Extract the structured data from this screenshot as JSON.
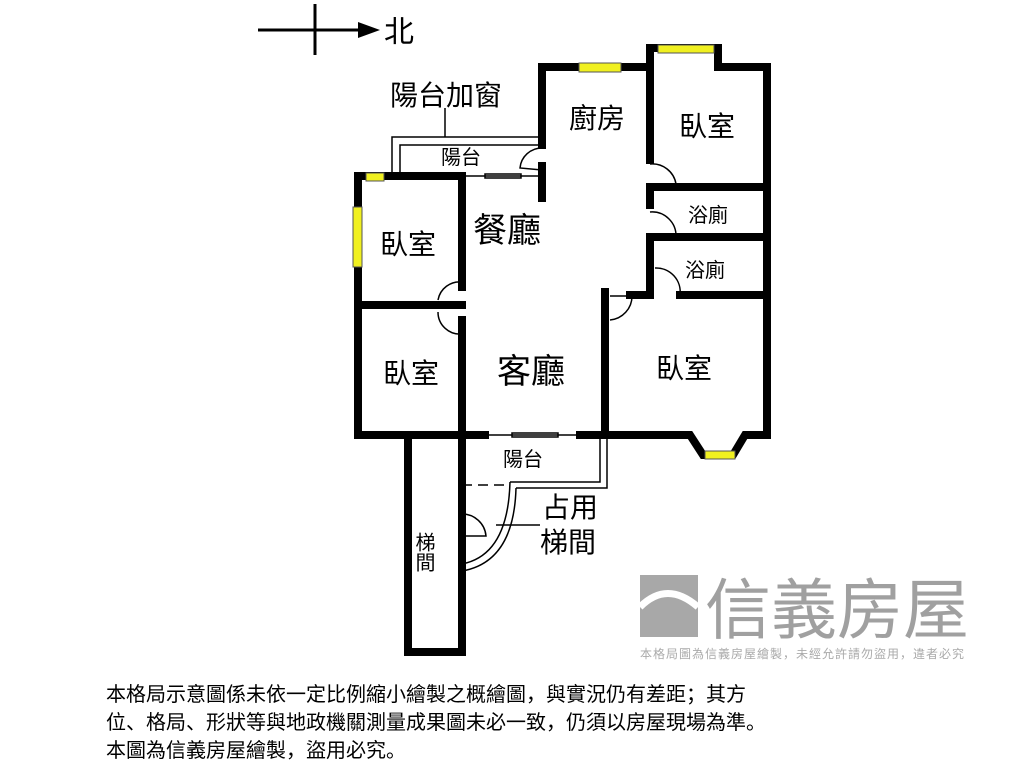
{
  "compass": {
    "north_label": "北"
  },
  "rooms": {
    "balcony_enclosed_label": "陽台加窗",
    "balcony_top": "陽台",
    "kitchen": "廚房",
    "bedroom_ne": "臥室",
    "bath_1": "浴廁",
    "bath_2": "浴廁",
    "bedroom_w": "臥室",
    "dining": "餐廳",
    "bedroom_sw": "臥室",
    "living": "客廳",
    "bedroom_se": "臥室",
    "balcony_bottom": "陽台",
    "stairwell": "梯間",
    "occupied_stairwell_line1": "占用",
    "occupied_stairwell_line2": "梯間"
  },
  "watermark": {
    "brand": "信義房屋",
    "notice": "本格局圖為信義房屋繪製，未經允許請勿盜用，違者必究"
  },
  "colors": {
    "wall": "#000000",
    "window": "#f0f020",
    "watermark": "#a0a0a0"
  },
  "footer": {
    "line1": "本格局示意圖係未依一定比例縮小繪製之概繪圖，與實況仍有差距；其方",
    "line2": "位、格局、形狀等與地政機關測量成果圖未必一致，仍須以房屋現場為準。",
    "line3": "本圖為信義房屋繪製，盜用必究。"
  }
}
